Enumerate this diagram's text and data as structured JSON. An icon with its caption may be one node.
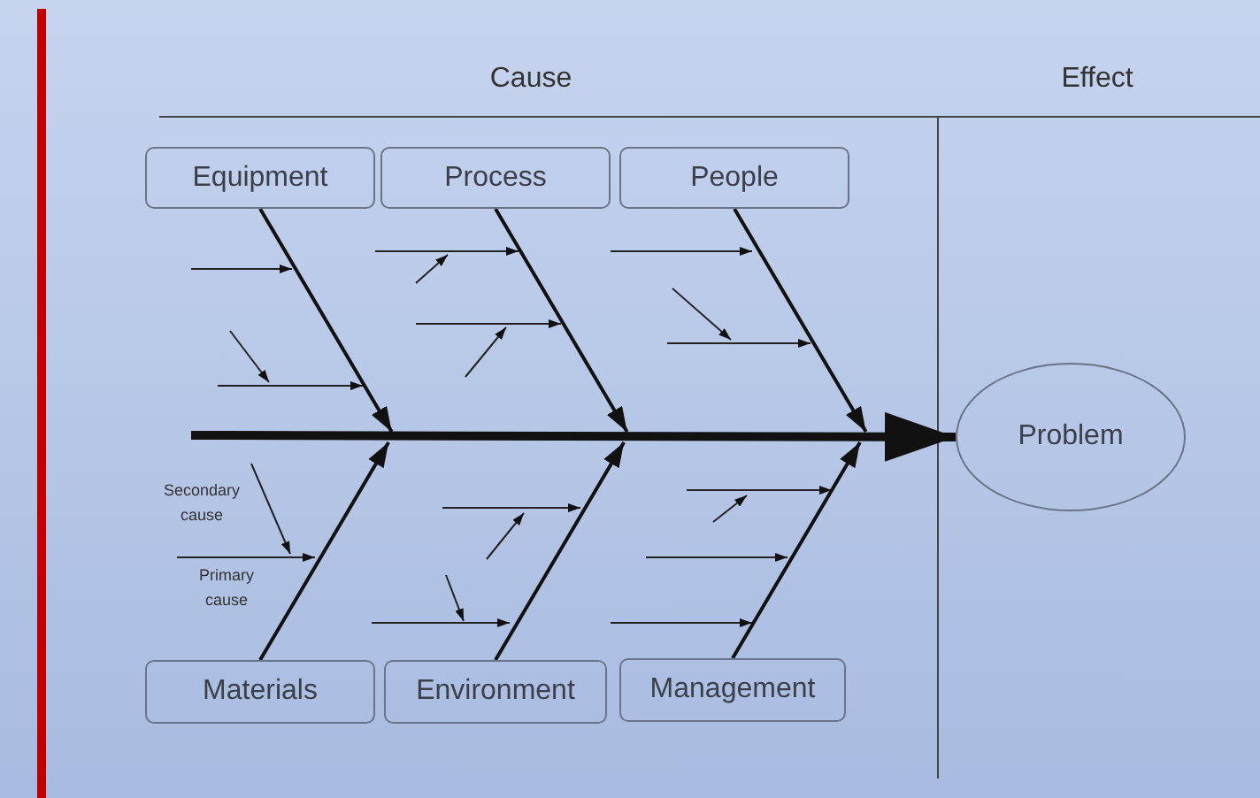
{
  "diagram": {
    "nodes": [
      {
        "text": [
          "Equipment"
        ]
      },
      {
        "text": [
          "Process"
        ]
      },
      {
        "text": [
          "People"
        ]
      },
      {
        "text": [
          "Materials"
        ]
      },
      {
        "text": [
          "Environment"
        ]
      },
      {
        "text": [
          "Management"
        ]
      },
      {
        "text": [
          "Problem"
        ]
      }
    ],
    "edges": [
      {
        "from": 0,
        "to": null,
        "arrow": "to"
      },
      {
        "from": 1,
        "to": null,
        "arrow": "to"
      },
      {
        "from": 2,
        "to": null,
        "arrow": "to"
      },
      {
        "from": 3,
        "to": null,
        "arrow": "to"
      },
      {
        "from": 4,
        "to": null,
        "arrow": "to"
      },
      {
        "from": 5,
        "to": null,
        "arrow": "to"
      },
      {
        "from": null,
        "to": 6,
        "arrow": "to",
        "style": "thick"
      }
    ],
    "labels": [
      "Cause",
      "Effect",
      "Secondary cause",
      "Primary cause"
    ]
  }
}
